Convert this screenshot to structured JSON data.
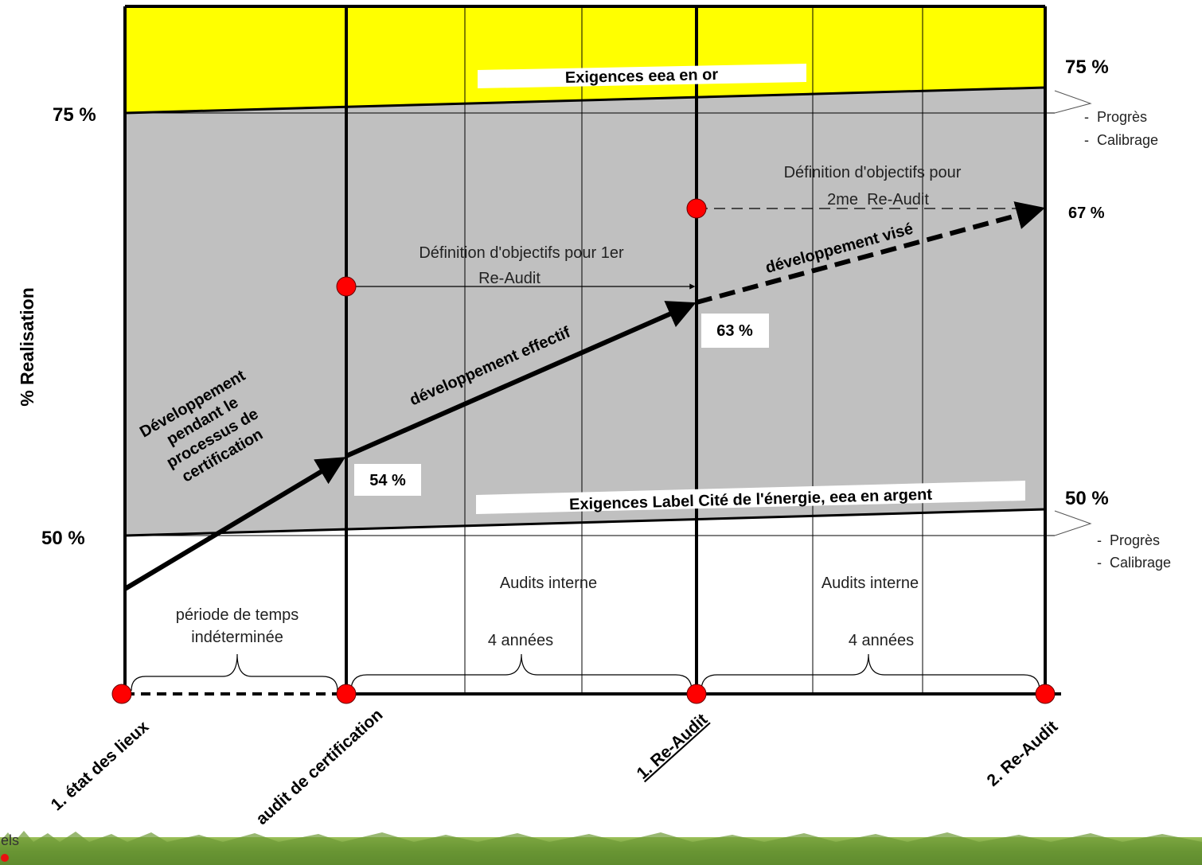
{
  "y_axis_label": "% Realisation",
  "left_labels": {
    "upper": "75 %",
    "lower": "50 %"
  },
  "right_labels": {
    "upper": "75 %",
    "lower": "50 %",
    "target": "67 %",
    "notes_upper": [
      "-  Progrès",
      "-  Calibrage"
    ],
    "notes_lower": [
      "-  Progrès",
      "-  Calibrage"
    ]
  },
  "bands": {
    "gold": "Exigences eea en or",
    "silver": "Exigences Label Cité de l'énergie, eea en argent"
  },
  "colors": {
    "gold": "#FFFF00",
    "grey": "#C0C0C0",
    "milestone": "#FF0000",
    "line": "#000000",
    "grass": "#5E8A2E"
  },
  "points": {
    "p54": "54 %",
    "p63": "63 %"
  },
  "arrow_labels": {
    "process": [
      "Développement",
      "pendant le",
      "processus de",
      "certification"
    ],
    "effective": "développement effectif",
    "target": "développement visé"
  },
  "objectives": {
    "first": [
      "Définition d'objectifs pour 1er",
      "Re-Audit"
    ],
    "second": [
      "Définition d'objectifs pour",
      "2me  Re-Audit"
    ]
  },
  "audits": {
    "internal_1": "Audits interne",
    "internal_2": "Audits interne"
  },
  "periods": {
    "indeterminate": [
      "période de temps",
      "indéterminée"
    ],
    "years_1": "4 années",
    "years_2": "4 années"
  },
  "milestones": [
    "1. état des lieux",
    "audit de certification",
    "1. Re-Audit",
    "2. Re-Audit"
  ],
  "footer_fragment": "iels"
}
